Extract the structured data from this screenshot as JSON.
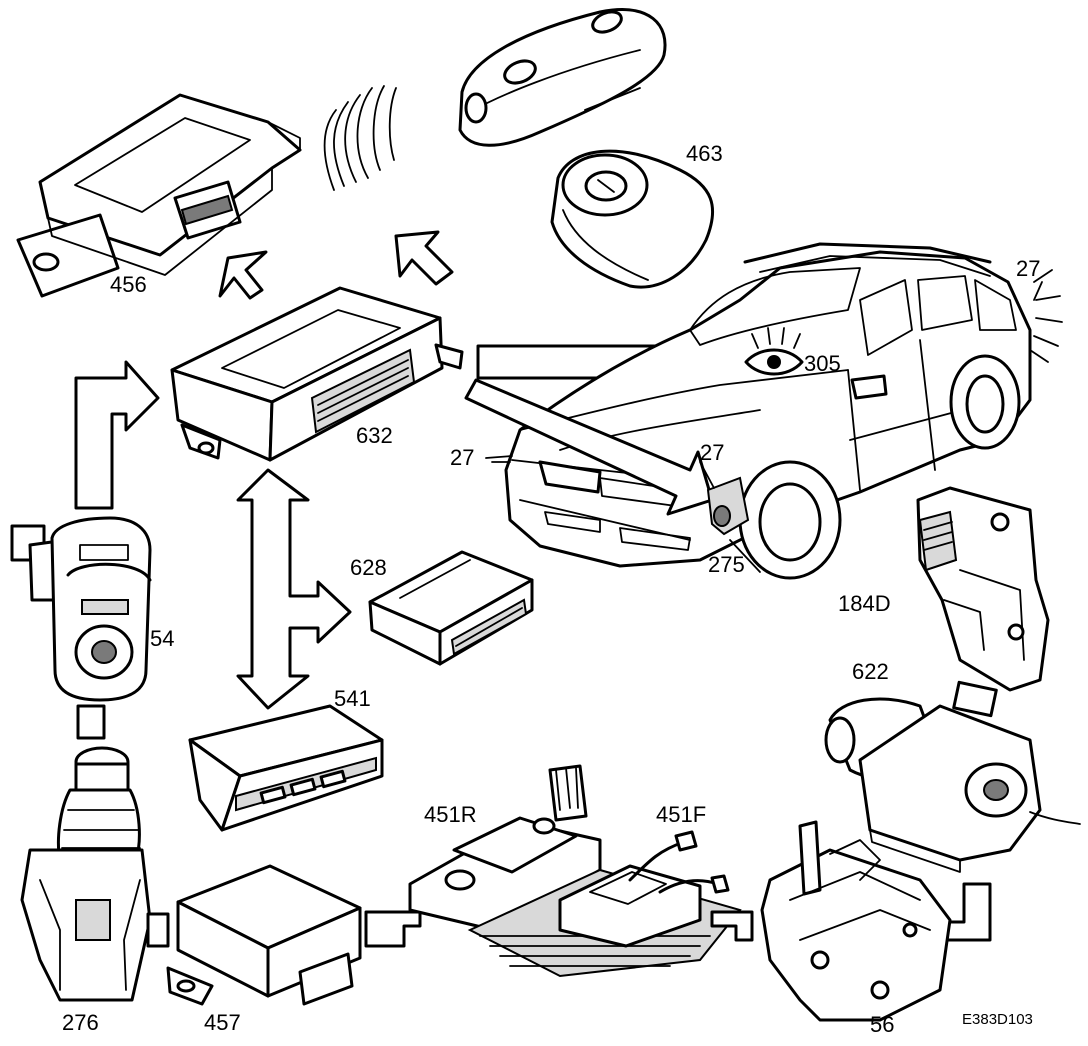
{
  "diagram": {
    "reference_code": "E383D103",
    "components": [
      {
        "id": "456",
        "label": "456"
      },
      {
        "id": "463",
        "label": "463"
      },
      {
        "id": "632",
        "label": "632"
      },
      {
        "id": "305",
        "label": "305"
      },
      {
        "id": "27a",
        "label": "27"
      },
      {
        "id": "27b",
        "label": "27"
      },
      {
        "id": "27c",
        "label": "27"
      },
      {
        "id": "275",
        "label": "275"
      },
      {
        "id": "628",
        "label": "628"
      },
      {
        "id": "54",
        "label": "54"
      },
      {
        "id": "541",
        "label": "541"
      },
      {
        "id": "184D",
        "label": "184D"
      },
      {
        "id": "622",
        "label": "622"
      },
      {
        "id": "451R",
        "label": "451R"
      },
      {
        "id": "451F",
        "label": "451F"
      },
      {
        "id": "276",
        "label": "276"
      },
      {
        "id": "457",
        "label": "457"
      },
      {
        "id": "56",
        "label": "56"
      }
    ]
  }
}
